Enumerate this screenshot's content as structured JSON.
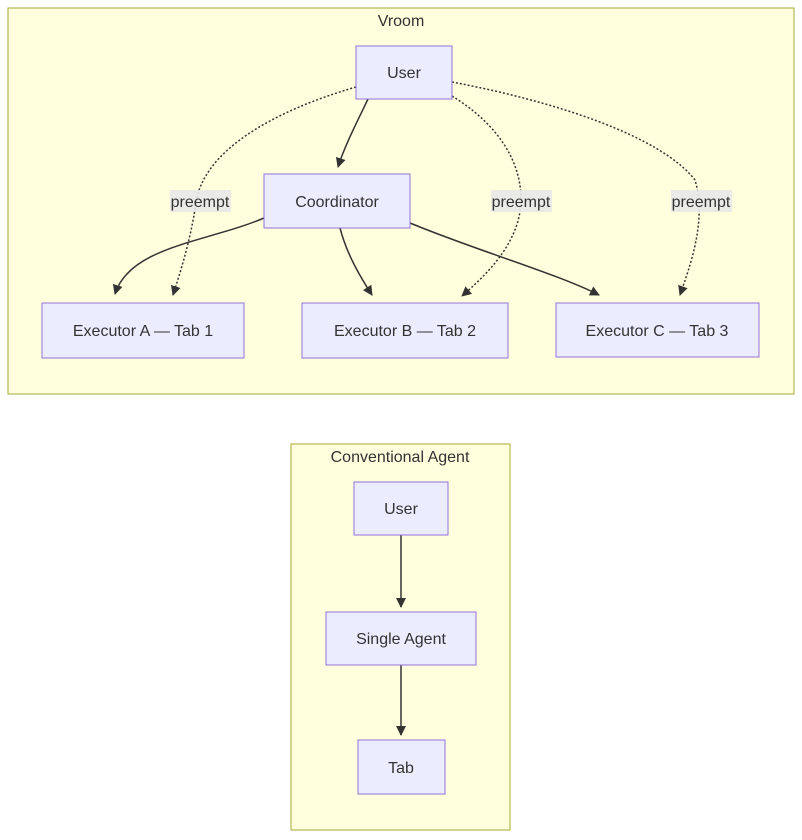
{
  "diagram_type": "flowchart",
  "vroom": {
    "title": "Vroom",
    "nodes": {
      "user": "User",
      "coordinator": "Coordinator",
      "executor_a": "Executor A — Tab 1",
      "executor_b": "Executor B — Tab 2",
      "executor_c": "Executor C — Tab 3"
    },
    "edges": [
      {
        "from": "User",
        "to": "Coordinator",
        "style": "solid",
        "label": ""
      },
      {
        "from": "Coordinator",
        "to": "Executor A — Tab 1",
        "style": "solid",
        "label": ""
      },
      {
        "from": "Coordinator",
        "to": "Executor B — Tab 2",
        "style": "solid",
        "label": ""
      },
      {
        "from": "Coordinator",
        "to": "Executor C — Tab 3",
        "style": "solid",
        "label": ""
      },
      {
        "from": "User",
        "to": "Executor A — Tab 1",
        "style": "dotted",
        "label": "preempt"
      },
      {
        "from": "User",
        "to": "Executor B — Tab 2",
        "style": "dotted",
        "label": "preempt"
      },
      {
        "from": "User",
        "to": "Executor C — Tab 3",
        "style": "dotted",
        "label": "preempt"
      }
    ]
  },
  "conventional": {
    "title": "Conventional Agent",
    "nodes": {
      "user": "User",
      "single_agent": "Single Agent",
      "tab": "Tab"
    },
    "edges": [
      {
        "from": "User",
        "to": "Single Agent",
        "style": "solid",
        "label": ""
      },
      {
        "from": "Single Agent",
        "to": "Tab",
        "style": "solid",
        "label": ""
      }
    ]
  },
  "colors": {
    "subgraph_fill": "#ffffde",
    "subgraph_border": "#aaaa33",
    "node_fill": "#ececff",
    "node_border": "#9370db",
    "edge": "#333333",
    "edge_label_bg": "#e8e8e8",
    "text": "#333333",
    "page_background": "#ffffff"
  }
}
